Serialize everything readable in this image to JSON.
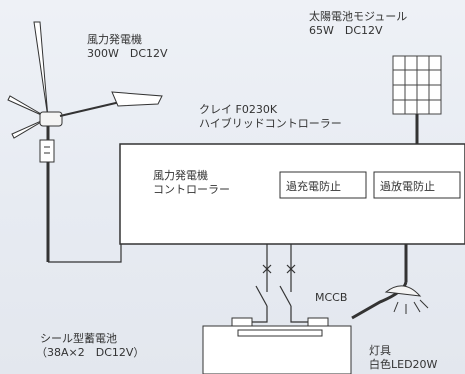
{
  "wind_turbine": {
    "name": "風力発電機",
    "spec": "300W　DC12V"
  },
  "solar_module": {
    "name": "太陽電池モジュール",
    "spec": "65W　DC12V"
  },
  "controller_title": {
    "line1": "クレイ F0230K",
    "line2": "ハイブリッドコントローラー"
  },
  "controller_box": {
    "wind_controller_line1": "風力発電機",
    "wind_controller_line2": "コントローラー",
    "overcharge_protection": "過充電防止",
    "overdischarge_protection": "過放電防止"
  },
  "breaker": {
    "label": "MCCB"
  },
  "battery": {
    "name": "シール型蓄電池",
    "spec": "（38A×2　DC12V）"
  },
  "lamp": {
    "name": "灯具",
    "spec": "白色LED20W"
  }
}
